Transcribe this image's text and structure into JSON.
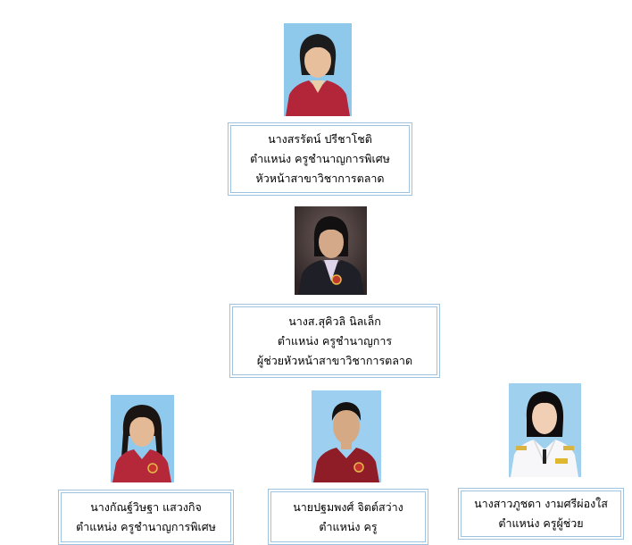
{
  "people": [
    {
      "name": "นางสรรัตน์ ปรีชาโชติ",
      "position": "ตำแหน่ง  ครูชำนาญการพิเศษ",
      "role": "หัวหน้าสาขาวิชาการตลาด"
    },
    {
      "name": "นางส.สุคิวลิ นิลเล็ก",
      "position": "ตำแหน่ง  ครูชำนาญการ",
      "role": "ผู้ช่วยหัวหน้าสาขาวิชาการตลาด"
    },
    {
      "name": "นางกัณฐ์วิษฐา แสวงกิจ",
      "position": "ตำแหน่ง  ครูชำนาญการพิเศษ"
    },
    {
      "name": "นายปฐมพงศ์ จิตต์สว่าง",
      "position": "ตำแหน่ง  ครู"
    },
    {
      "name": "นางสาวภูชดา  งามศรีผ่องใส",
      "position": "ตำแหน่ง  ครูผู้ช่วย"
    }
  ]
}
